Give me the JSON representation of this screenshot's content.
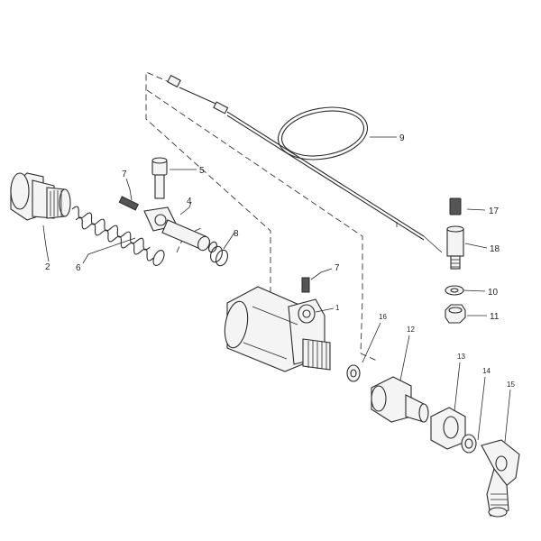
{
  "callouts": {
    "c1": "1",
    "c2": "2",
    "c4": "4",
    "c5": "5",
    "c6": "6",
    "c7a": "7",
    "c7b": "7",
    "c8": "8",
    "c9": "9",
    "c10": "10",
    "c11": "11",
    "c12": "12",
    "c13": "13",
    "c14": "14",
    "c15": "15",
    "c16": "16",
    "c17": "17",
    "c18": "18"
  }
}
